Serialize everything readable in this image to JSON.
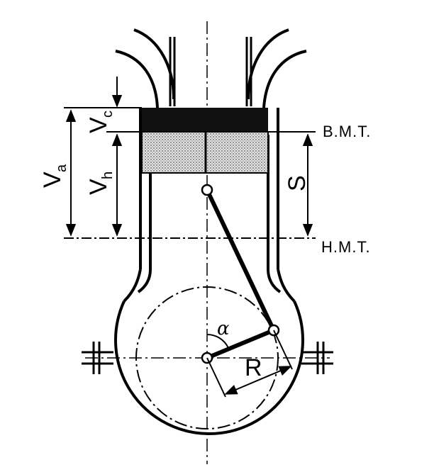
{
  "labels": {
    "tdc": "B.M.T.",
    "bdc": "H.M.T.",
    "stroke": "S",
    "radius": "R",
    "angle": "α",
    "va_main": "V",
    "va_sub": "a",
    "vh_main": "V",
    "vh_sub": "h",
    "vc_main": "V",
    "vc_sub": "c"
  },
  "colors": {
    "ink": "#000000",
    "stipple": "#bdbdbd",
    "background": "#ffffff"
  }
}
